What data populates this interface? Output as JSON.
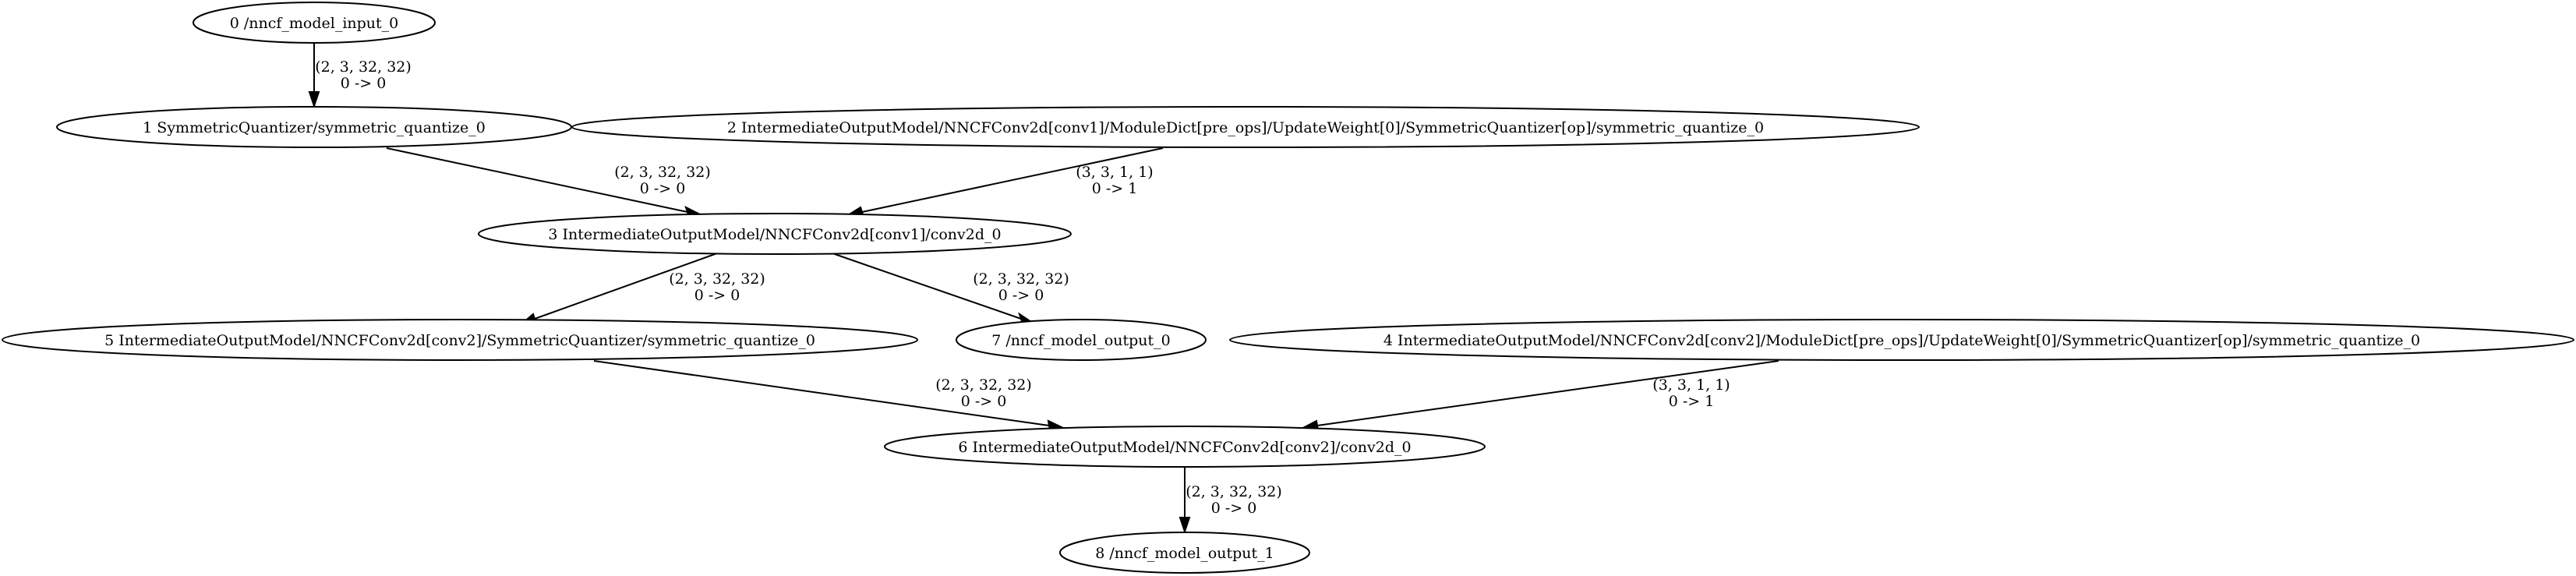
{
  "graph": {
    "nodes": [
      {
        "id": "n0",
        "label": "0 /nncf_model_input_0"
      },
      {
        "id": "n1",
        "label": "1 SymmetricQuantizer/symmetric_quantize_0"
      },
      {
        "id": "n2",
        "label": "2 IntermediateOutputModel/NNCFConv2d[conv1]/ModuleDict[pre_ops]/UpdateWeight[0]/SymmetricQuantizer[op]/symmetric_quantize_0"
      },
      {
        "id": "n3",
        "label": "3 IntermediateOutputModel/NNCFConv2d[conv1]/conv2d_0"
      },
      {
        "id": "n5",
        "label": "5 IntermediateOutputModel/NNCFConv2d[conv2]/SymmetricQuantizer/symmetric_quantize_0"
      },
      {
        "id": "n7",
        "label": "7 /nncf_model_output_0"
      },
      {
        "id": "n4",
        "label": "4 IntermediateOutputModel/NNCFConv2d[conv2]/ModuleDict[pre_ops]/UpdateWeight[0]/SymmetricQuantizer[op]/symmetric_quantize_0"
      },
      {
        "id": "n6",
        "label": "6 IntermediateOutputModel/NNCFConv2d[conv2]/conv2d_0"
      },
      {
        "id": "n8",
        "label": "8 /nncf_model_output_1"
      }
    ],
    "edges": [
      {
        "from": "n0",
        "to": "n1",
        "shape": "(2, 3, 32, 32)",
        "ports": "0 -> 0"
      },
      {
        "from": "n1",
        "to": "n3",
        "shape": "(2, 3, 32, 32)",
        "ports": "0 -> 0"
      },
      {
        "from": "n2",
        "to": "n3",
        "shape": "(3, 3, 1, 1)",
        "ports": "0 -> 1"
      },
      {
        "from": "n3",
        "to": "n5",
        "shape": "(2, 3, 32, 32)",
        "ports": "0 -> 0"
      },
      {
        "from": "n3",
        "to": "n7",
        "shape": "(2, 3, 32, 32)",
        "ports": "0 -> 0"
      },
      {
        "from": "n5",
        "to": "n6",
        "shape": "(2, 3, 32, 32)",
        "ports": "0 -> 0"
      },
      {
        "from": "n4",
        "to": "n6",
        "shape": "(3, 3, 1, 1)",
        "ports": "0 -> 1"
      },
      {
        "from": "n6",
        "to": "n8",
        "shape": "(2, 3, 32, 32)",
        "ports": "0 -> 0"
      }
    ]
  }
}
